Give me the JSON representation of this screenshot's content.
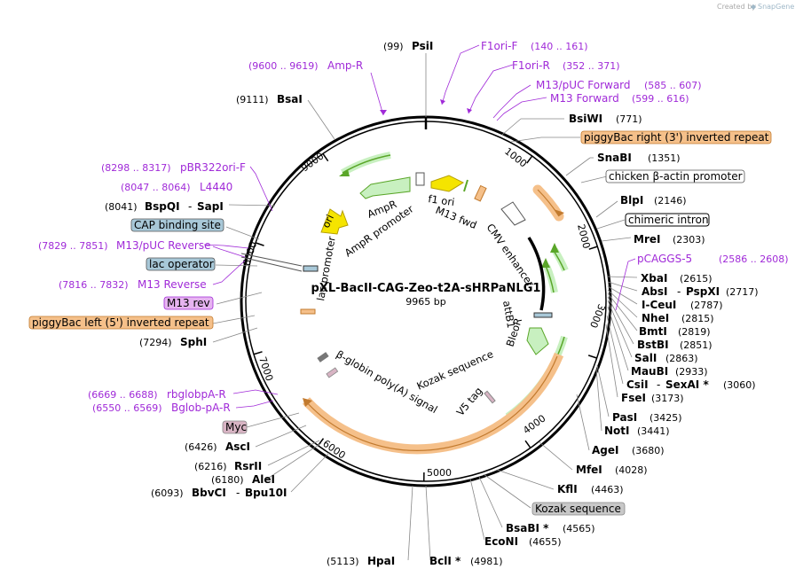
{
  "credit": {
    "prefix": "Created by",
    "brand": "SnapGene"
  },
  "plasmid": {
    "name": "pXL-BacII-CAG-Zeo-t2A-sHRPaNLG1",
    "length": "9965 bp"
  },
  "ticks": [
    "1000",
    "2000",
    "3000",
    "4000",
    "5000",
    "6000",
    "7000",
    "8000",
    "9000"
  ],
  "inner_labels": {
    "f1_ori": "f1 ori",
    "m13_fwd": "M13 fwd",
    "cmv_enhancer": "CMV enhancer",
    "ampr": "AmpR",
    "ampr_promoter": "AmpR promoter",
    "ori": "ori",
    "lac_promoter": "lac promoter",
    "attb1": "attB1",
    "bleor": "BleoR",
    "kozak": "Kozak sequence",
    "v5_tag": "V5 tag",
    "bglobin": "β-globin poly(A) signal"
  },
  "colors": {
    "orange": "#f5c08a",
    "green_arrow": "#5aa629",
    "yellow": "#f5e400",
    "light_green": "#c8f0c0",
    "primer": "#a02ad8",
    "blue_box": "#a8c8d8",
    "grey_box": "#c8c8c8",
    "myc_box": "#d8b4c4",
    "purple_box": "#e6b4f0"
  },
  "labels": {
    "psi_pos": "(99)",
    "psi": "PsiI",
    "f1ori_f": "F1ori-F",
    "f1ori_f_pos": "(140 .. 161)",
    "f1ori_r": "F1ori-R",
    "f1ori_r_pos": "(352 .. 371)",
    "m13puc_fwd": "M13/pUC Forward",
    "m13puc_fwd_pos": "(585 .. 607)",
    "m13_fwd": "M13 Forward",
    "m13_fwd_pos": "(599 .. 616)",
    "ampr_pos": "(9600 .. 9619)",
    "ampr_primer": "Amp-R",
    "bsai_pos": "(9111)",
    "bsai": "BsaI",
    "bsiwi": "BsiWI",
    "bsiwi_pos": "(771)",
    "piggybac_right": "piggyBac right (3') inverted repeat",
    "snabi": "SnaBI",
    "snabi_pos": "(1351)",
    "chicken_actin": "chicken β-actin promoter",
    "blpi": "BlpI",
    "blpi_pos": "(2146)",
    "chimeric_intron": "chimeric intron",
    "mrei": "MreI",
    "mrei_pos": "(2303)",
    "pcaggs5": "pCAGGS-5",
    "pcaggs5_pos": "(2586 .. 2608)",
    "xbai": "XbaI",
    "xbai_pos": "(2615)",
    "absi": "AbsI",
    "pspxi": "PspXI",
    "absi_pos": "(2717)",
    "iceui": "I-CeuI",
    "iceui_pos": "(2787)",
    "nhei": "NheI",
    "nhei_pos": "(2815)",
    "bmti": "BmtI",
    "bmti_pos": "(2819)",
    "bstbi": "BstBI",
    "bstbi_pos": "(2851)",
    "sali": "SalI",
    "sali_pos": "(2863)",
    "maubi": "MauBI",
    "maubi_pos": "(2933)",
    "csii": "CsiI",
    "sexai": "SexAI *",
    "csii_pos": "(3060)",
    "fsei": "FseI",
    "fsei_pos": "(3173)",
    "pasi": "PasI",
    "pasi_pos": "(3425)",
    "noti": "NotI",
    "noti_pos": "(3441)",
    "agei": "AgeI",
    "agei_pos": "(3680)",
    "mfei": "MfeI",
    "mfei_pos": "(4028)",
    "kfli": "KflI",
    "kfli_pos": "(4463)",
    "kozak_box": "Kozak sequence",
    "bsabi": "BsaBI *",
    "bsabi_pos": "(4565)",
    "econi": "EcoNI",
    "econi_pos": "(4655)",
    "hpai_pos": "(5113)",
    "hpai": "HpaI",
    "bcli": "BclI *",
    "bcli_pos": "(4981)",
    "pbr322": "pBR322ori-F",
    "pbr322_pos": "(8298 .. 8317)",
    "l4440": "L4440",
    "l4440_pos": "(8047 .. 8064)",
    "bspqi_pos": "(8041)",
    "bspqi": "BspQI",
    "sapi": "SapI",
    "cap": "CAP binding site",
    "m13puc_rev": "M13/pUC Reverse",
    "m13puc_rev_pos": "(7829 .. 7851)",
    "lac_operator": "lac operator",
    "m13_rev_primer": "M13 Reverse",
    "m13_rev_primer_pos": "(7816 .. 7832)",
    "m13_rev_box": "M13 rev",
    "piggybac_left": "piggyBac left (5') inverted repeat",
    "sphi_pos": "(7294)",
    "sphi": "SphI",
    "rbglob": "rbglobpA-R",
    "rbglob_pos": "(6669 .. 6688)",
    "bglob": "Bglob-pA-R",
    "bglob_pos": "(6550 .. 6569)",
    "myc": "Myc",
    "asci_pos": "(6426)",
    "asci": "AscI",
    "rsrii_pos": "(6216)",
    "rsrii": "RsrII",
    "alei_pos": "(6180)",
    "alei": "AleI",
    "bbvci_pos": "(6093)",
    "bbvci": "BbvCI",
    "bpu10i": "Bpu10I",
    "dash": "-"
  }
}
